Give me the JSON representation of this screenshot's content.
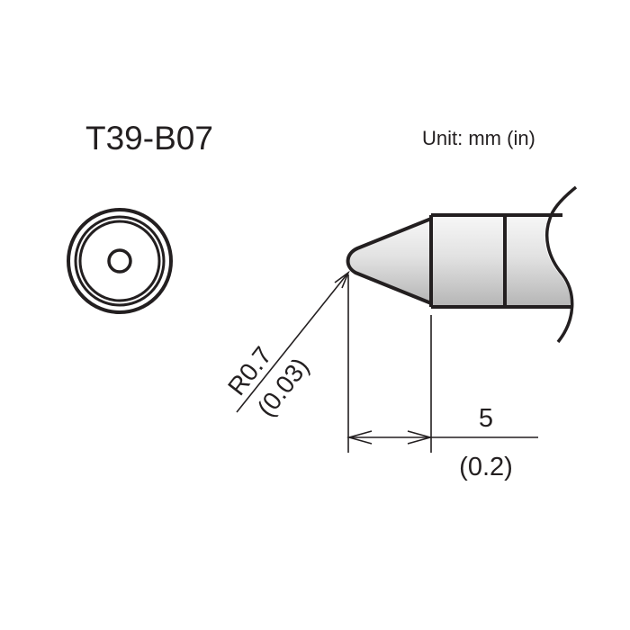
{
  "diagram": {
    "model": "T39-B07",
    "unit_label": "Unit: mm (in)",
    "radius_dimension": {
      "metric": "R0.7",
      "imperial": "(0.03)"
    },
    "length_dimension": {
      "metric": "5",
      "imperial": "(0.2)"
    },
    "colors": {
      "line": "#231f20",
      "fill_light": "#f4f4f4",
      "fill_dark": "#b8b8b8",
      "background": "#ffffff"
    }
  }
}
